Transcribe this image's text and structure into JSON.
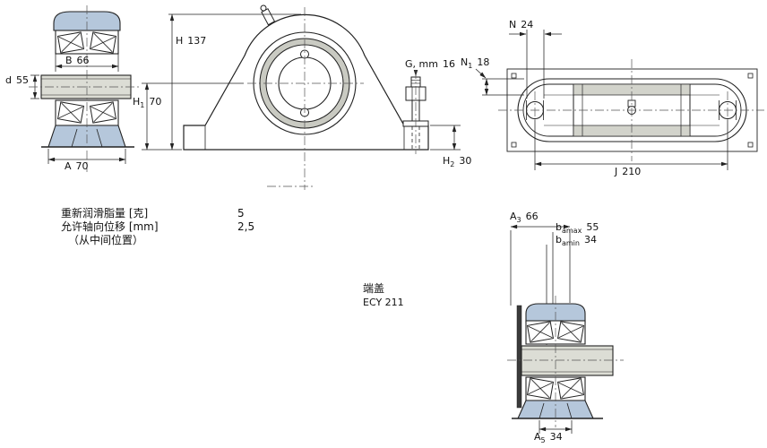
{
  "drawing": {
    "colors": {
      "housing_fill": "#b5c7db",
      "shaft_fill": "#dcddd5",
      "ring_fill": "#c9cac2",
      "line": "#222222"
    },
    "views": {
      "side": {
        "B": {
          "label": "B",
          "sub": "",
          "value": "66"
        },
        "d": {
          "label": "d",
          "sub": "",
          "value": "55"
        },
        "A": {
          "label": "A",
          "sub": "",
          "value": "70"
        }
      },
      "front": {
        "H": {
          "label": "H",
          "sub": "",
          "value": "137"
        },
        "H1": {
          "label": "H",
          "sub": "1",
          "value": "70"
        },
        "H2": {
          "label": "H",
          "sub": "2",
          "value": "30"
        },
        "G": {
          "label": "G, mm",
          "sub": "",
          "value": "16"
        }
      },
      "top": {
        "N": {
          "label": "N",
          "sub": "",
          "value": "24"
        },
        "N1": {
          "label": "N",
          "sub": "1",
          "value": "18"
        },
        "J": {
          "label": "J",
          "sub": "",
          "value": "210"
        }
      },
      "shaft_unit": {
        "A3": {
          "label": "A",
          "sub": "3",
          "value": "66"
        },
        "bamax": {
          "label": "b",
          "sub": "amax",
          "value": "55"
        },
        "bamin": {
          "label": "b",
          "sub": "amin",
          "value": "34"
        },
        "A5": {
          "label": "A",
          "sub": "5",
          "value": "34"
        }
      }
    },
    "specs": {
      "rows": [
        {
          "label": "重新润滑脂量 [克]",
          "value": "5"
        },
        {
          "label": "允许轴向位移 [mm]",
          "value": "2,5"
        },
        {
          "label": "（从中间位置）",
          "value": ""
        }
      ]
    },
    "end_cover": {
      "label": "端盖",
      "value": "ECY 211"
    }
  }
}
